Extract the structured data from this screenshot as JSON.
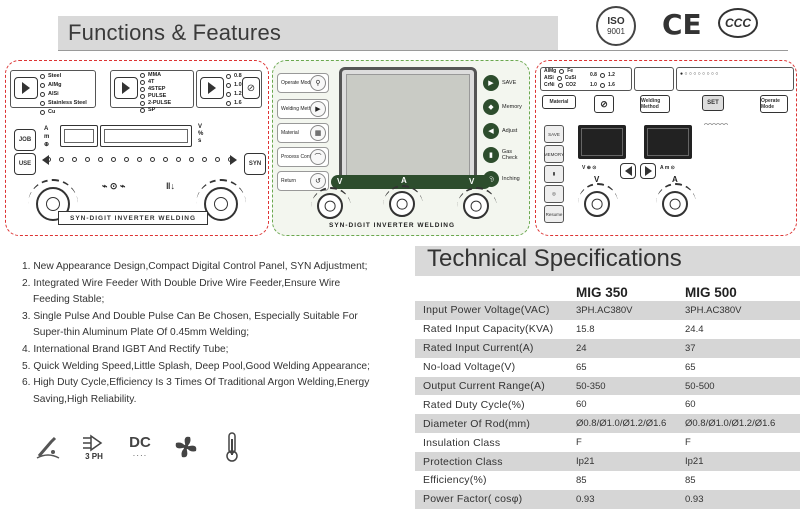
{
  "header": {
    "title": "Functions & Features"
  },
  "certs": {
    "iso_top": "ISO",
    "iso_num": "9001",
    "ce": "CE",
    "ccc": "CCC"
  },
  "panel1": {
    "group1": [
      "Steel",
      "AlMg",
      "AlSi",
      "Stainless Steel",
      "Cu"
    ],
    "group2": [
      "MMA",
      "4T",
      "4STEP",
      "PULSE",
      "2-PULSE",
      "SP"
    ],
    "group3": [
      "0.8",
      "1.0",
      "1.2",
      "1.6"
    ],
    "job": "JOB",
    "use": "USE",
    "syn": "SYN",
    "brand": "SYN-DIGIT INVERTER WELDING"
  },
  "panel2": {
    "left_buttons": [
      "Operate Mode",
      "Welding Method",
      "Material",
      "Process Control",
      "Return"
    ],
    "right_buttons": [
      "SAVE",
      "Memory",
      "Adjust",
      "Gas Check",
      "Inching"
    ],
    "knob_labels": [
      "V",
      "A",
      "V"
    ],
    "brand": "SYN-DIGIT INVERTER WELDING"
  },
  "panel3": {
    "row1": [
      "AlMg",
      "Fe",
      "AlSi",
      "CuSi",
      "CrNi",
      "CO2"
    ],
    "row1_sizes": [
      "0.8",
      "1.0",
      "1.2",
      "1.6"
    ],
    "top_buttons": [
      "Material",
      "Diameter",
      "Welding Method",
      "SET",
      "Operate Mode"
    ],
    "left_buttons": [
      "SAVE",
      "MEMORY",
      "",
      "",
      "Resume"
    ],
    "knob_labels": [
      "V",
      "A"
    ]
  },
  "features": [
    "1. New Appearance Design,Compact Digital Control Panel, SYN Adjustment;",
    "2. Integrated Wire Feeder With Double Drive Wire Feeder,Ensure Wire",
    "Feeding Stable;",
    "3. Single Pulse And Double Pulse Can Be Chosen, Especially Suitable For",
    "Super-thin Aluminum Plate Of 0.45mm Welding;",
    "4. International Brand IGBT And Rectify Tube;",
    "5. Quick Welding Speed,Little Splash, Deep Pool,Good Welding Appearance;",
    "6. High Duty Cycle,Efficiency Is 3 Times Of Traditional Argon Welding,Energy",
    "Saving,High Reliability."
  ],
  "feature_icons": {
    "phase_label": "3 PH",
    "dc_label": "DC"
  },
  "tech": {
    "title": "Technical Specifications",
    "col1": "MIG 350",
    "col2": "MIG 500",
    "rows": [
      {
        "label": "Input Power Voltage(VAC)",
        "v1": "3PH.AC380V",
        "v2": "3PH.AC380V"
      },
      {
        "label": "Rated Input Capacity(KVA)",
        "v1": "15.8",
        "v2": "24.4"
      },
      {
        "label": "Rated Input Current(A)",
        "v1": "24",
        "v2": "37"
      },
      {
        "label": "No-load  Voltage(V)",
        "v1": "65",
        "v2": "65"
      },
      {
        "label": "Output Current Range(A)",
        "v1": "50-350",
        "v2": "50-500"
      },
      {
        "label": "Rated Duty Cycle(%)",
        "v1": "60",
        "v2": "60"
      },
      {
        "label": "Diameter Of Rod(mm)",
        "v1": "Ø0.8/Ø1.0/Ø1.2/Ø1.6",
        "v2": "Ø0.8/Ø1.0/Ø1.2/Ø1.6"
      },
      {
        "label": "Insulation Class",
        "v1": "F",
        "v2": "F"
      },
      {
        "label": "Protection Class",
        "v1": "Ip21",
        "v2": "Ip21"
      },
      {
        "label": "Efficiency(%)",
        "v1": "85",
        "v2": "85"
      },
      {
        "label": "Power Factor( cosφ)",
        "v1": "0.93",
        "v2": "0.93"
      }
    ]
  }
}
